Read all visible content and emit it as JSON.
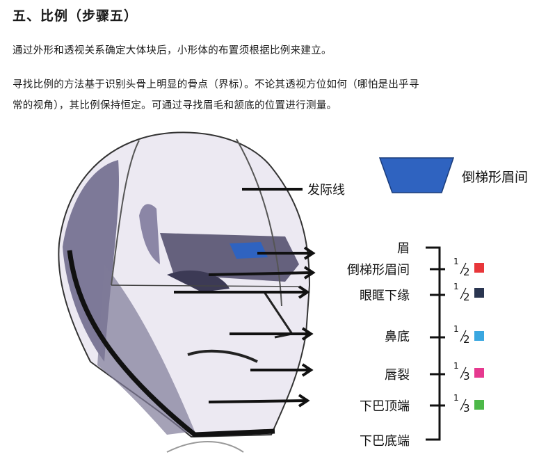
{
  "section": {
    "title": "五、比例（步骤五）",
    "paragraph1": "通过外形和透视关系确定大体块后，小形体的布置须根据比例来建立。",
    "paragraph2_line1": "寻找比例的方法基于识别头骨上明显的骨点（界标）。不论其透视方位如何（哪怕是出乎寻",
    "paragraph2_line2": "常的视角），其比例保持恒定。可通过寻找眉毛和颔底的位置进行测量。"
  },
  "figure": {
    "hairline_label": "发际线",
    "legend_label": "倒梯形眉间",
    "legend_color": "#2f63c0",
    "landmarks": [
      {
        "label": "眉"
      },
      {
        "label": "倒梯形眉间"
      },
      {
        "label": "眼眶下缘"
      },
      {
        "label": "鼻底"
      },
      {
        "label": "唇裂"
      },
      {
        "label": "下巴顶端"
      },
      {
        "label": "下巴底端"
      }
    ],
    "ratios": [
      {
        "num": "1",
        "den": "2",
        "color": "#e8363a"
      },
      {
        "num": "1",
        "den": "2",
        "color": "#2a3550"
      },
      {
        "num": "1",
        "den": "2",
        "color": "#3aa7e0"
      },
      {
        "num": "1",
        "den": "3",
        "color": "#e6398f"
      },
      {
        "num": "1",
        "den": "3",
        "color": "#4cb848"
      }
    ]
  }
}
